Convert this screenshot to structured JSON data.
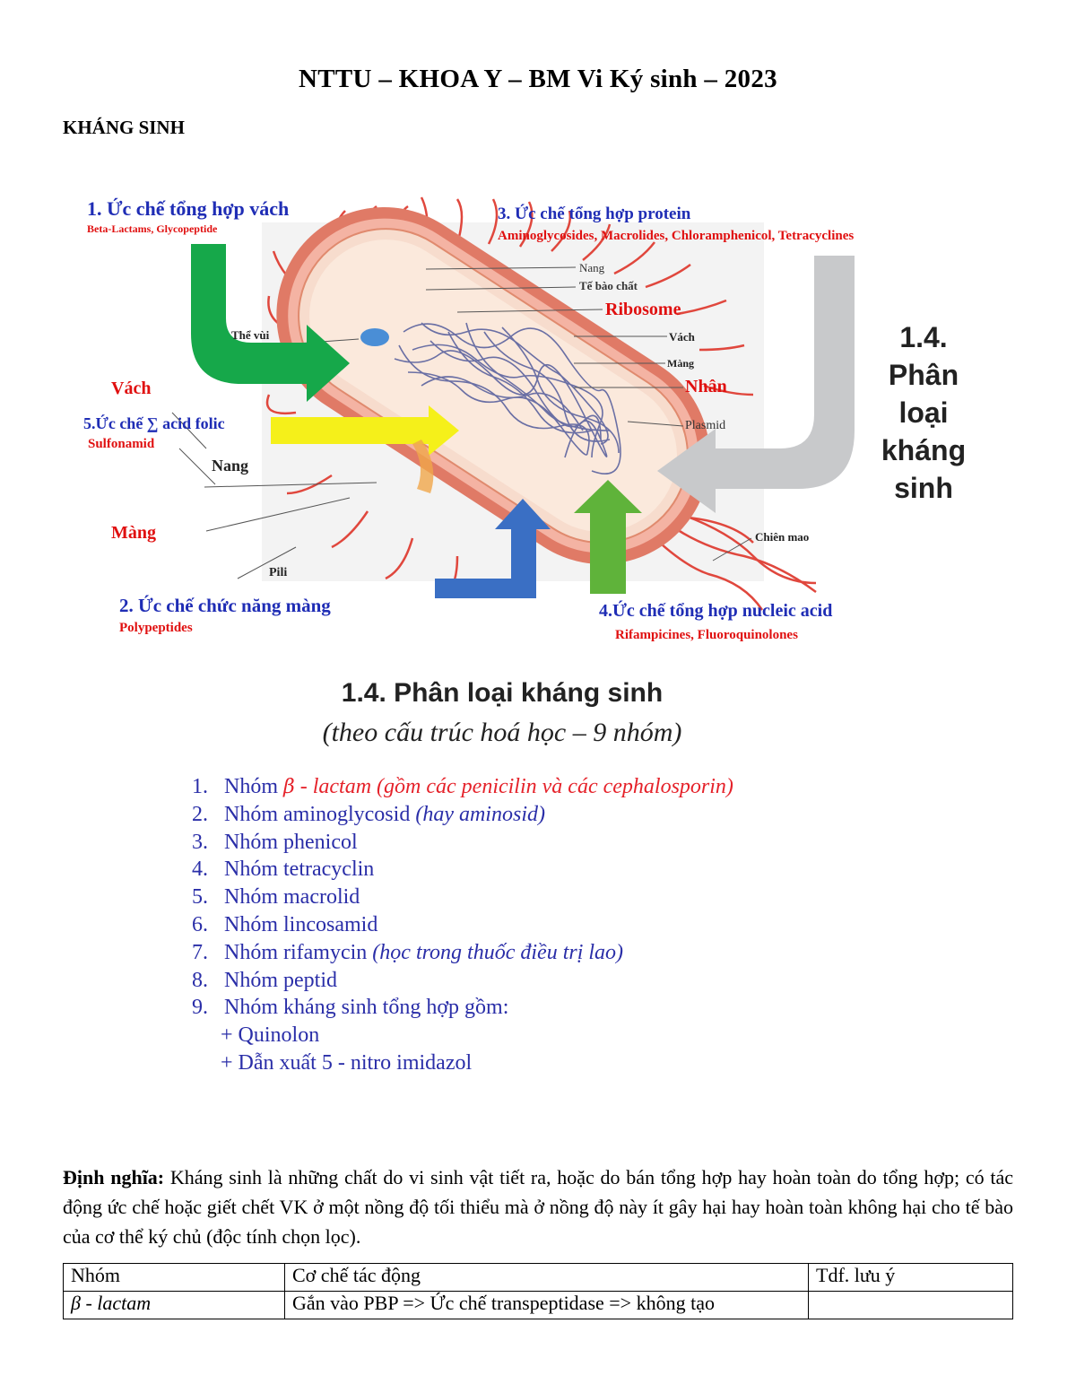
{
  "header": {
    "title": "NTTU – KHOA Y – BM Vi Ký sinh – 2023"
  },
  "section": {
    "title": "KHÁNG SINH"
  },
  "diagram": {
    "mechanisms": {
      "m1": {
        "title": "1. Ức chế tổng hợp vách",
        "drugs": "Beta-Lactams, Glycopeptide"
      },
      "m2": {
        "title": "2. Ức chế chức năng màng",
        "drugs": "Polypeptides"
      },
      "m3": {
        "title": "3. Ức chế tổng hợp protein",
        "drugs": "Aminoglycosides, Macrolides,  Chloramphenicol, Tetracyclines"
      },
      "m4": {
        "title": "4.Ức chế tổng hợp nucleic acid",
        "drugs": "Rifampicines, Fluoroquinolones"
      },
      "m5": {
        "title": "5.Ức chế ∑ acid folic",
        "drugs": "Sulfonamid"
      }
    },
    "labels": {
      "vach": "Vách",
      "mang": "Màng",
      "nang": "Nang",
      "pili": "Pili",
      "chien_mao": "Chiên mao",
      "in_nang": "Nang",
      "in_te_bao_chat": "Tế bào chất",
      "in_ribosome": "Ribosome",
      "in_the_vui": "Thể vùi",
      "in_vach": "Vách",
      "in_mang": "Màng",
      "in_nhan": "Nhân",
      "in_plasmid": "Plasmid"
    },
    "side_title": [
      "1.4.",
      "Phân",
      "loại",
      "kháng",
      "sinh"
    ],
    "arrow_colors": {
      "m1": "#16a84a",
      "m2": "#3a6fc4",
      "m3": "#c8c9cb",
      "m4": "#5fb33a",
      "m5": "#f5f01a"
    }
  },
  "classification": {
    "title": "1.4. Phân loại kháng sinh",
    "subtitle": "(theo cấu trúc hoá học – 9 nhóm)",
    "items": [
      {
        "num": "1.",
        "text": "Nhóm ",
        "beta": "β",
        "red": " - lactam",
        "note": " (gồm các penicilin và các cephalosporin)"
      },
      {
        "num": "2.",
        "text": "Nhóm aminoglycosid",
        "note": " (hay aminosid)"
      },
      {
        "num": "3.",
        "text": "Nhóm phenicol"
      },
      {
        "num": "4.",
        "text": "Nhóm tetracyclin"
      },
      {
        "num": "5.",
        "text": "Nhóm macrolid"
      },
      {
        "num": "6.",
        "text": "Nhóm lincosamid"
      },
      {
        "num": "7.",
        "text": "Nhóm rifamycin",
        "note": " (học trong thuốc điều trị lao)"
      },
      {
        "num": "8.",
        "text": "Nhóm peptid"
      },
      {
        "num": "9.",
        "text": "Nhóm kháng sinh tổng hợp gồm:"
      }
    ],
    "sub_items": [
      "+ Quinolon",
      "+ Dẫn xuất 5 - nitro imidazol"
    ]
  },
  "definition": {
    "label": "Định nghĩa:",
    "text": " Kháng sinh là những chất do vi sinh vật tiết  ra, hoặc do bán tổng hợp hay hoàn toàn do tổng hợp; có tác động ức chế hoặc giết chết VK ở  một nồng độ tối thiểu mà ở nồng độ này ít gây  hại hay hoàn toàn không hại cho tế bào của cơ thể ký chủ (độc tính chọn lọc)."
  },
  "table": {
    "headers": [
      "Nhóm",
      "Cơ chế tác động",
      "Tdf. lưu ý"
    ],
    "rows": [
      [
        "β - lactam",
        "Gắn vào PBP => Ức chế transpeptidase => không tạo",
        ""
      ]
    ]
  }
}
